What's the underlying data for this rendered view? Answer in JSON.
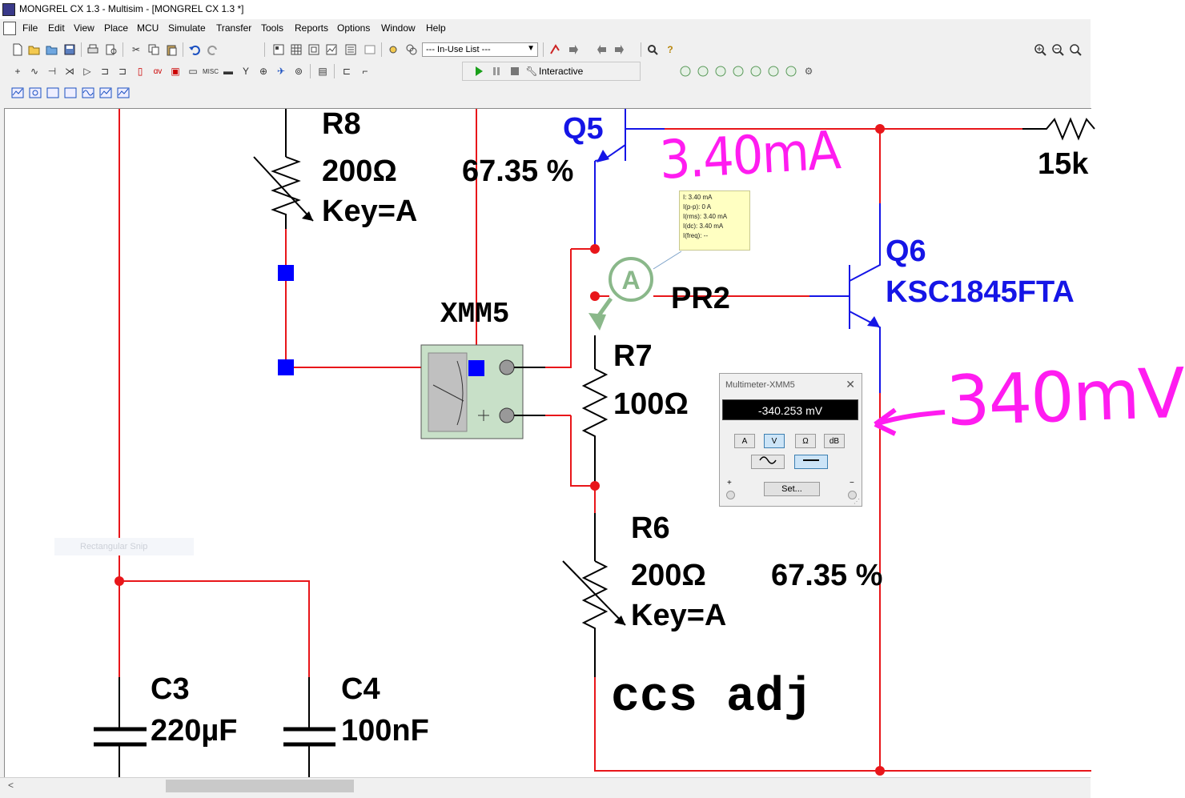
{
  "window": {
    "title": "MONGREL CX 1.3 - Multisim - [MONGREL CX 1.3 *]"
  },
  "menu": [
    "File",
    "Edit",
    "View",
    "Place",
    "MCU",
    "Simulate",
    "Transfer",
    "Tools",
    "Reports",
    "Options",
    "Window",
    "Help"
  ],
  "toolbar": {
    "in_use_list": "--- In-Use List ---",
    "interactive_label": "Interactive"
  },
  "schematic": {
    "r8": {
      "name": "R8",
      "value": "200Ω",
      "key": "Key=A",
      "percent": "67.35 %"
    },
    "q5": {
      "name": "Q5"
    },
    "q6": {
      "name": "Q6",
      "model": "KSC1845FTA"
    },
    "r_partial": {
      "value": "15k"
    },
    "xmm5": {
      "name": "XMM5"
    },
    "pr2": {
      "name": "PR2",
      "symbol": "A"
    },
    "r7": {
      "name": "R7",
      "value": "100Ω"
    },
    "r6": {
      "name": "R6",
      "value": "200Ω",
      "key": "Key=A",
      "percent": "67.35 %"
    },
    "c3": {
      "name": "C3",
      "value": "220µF"
    },
    "c4": {
      "name": "C4",
      "value": "100nF"
    },
    "note": "ccs adj"
  },
  "annotations": {
    "current": "3.40mA",
    "voltage": "340mV",
    "color": "#ff1cf0"
  },
  "probe_tooltip": {
    "lines": [
      "I: 3.40 mA",
      "I(p-p): 0 A",
      "I(rms): 3.40 mA",
      "I(dc): 3.40 mA",
      "I(freq): --"
    ]
  },
  "multimeter": {
    "title": "Multimeter-XMM5",
    "reading": "-340.253 mV",
    "modes": [
      "A",
      "V",
      "Ω",
      "dB"
    ],
    "active_mode": "V",
    "set_label": "Set...",
    "plus": "+",
    "minus": "−"
  },
  "snip_ghost": "Rectangular Snip",
  "colors": {
    "wire": "#e8161a",
    "component": "#000000",
    "transistor": "#1515e6",
    "node": "#0000ff"
  }
}
